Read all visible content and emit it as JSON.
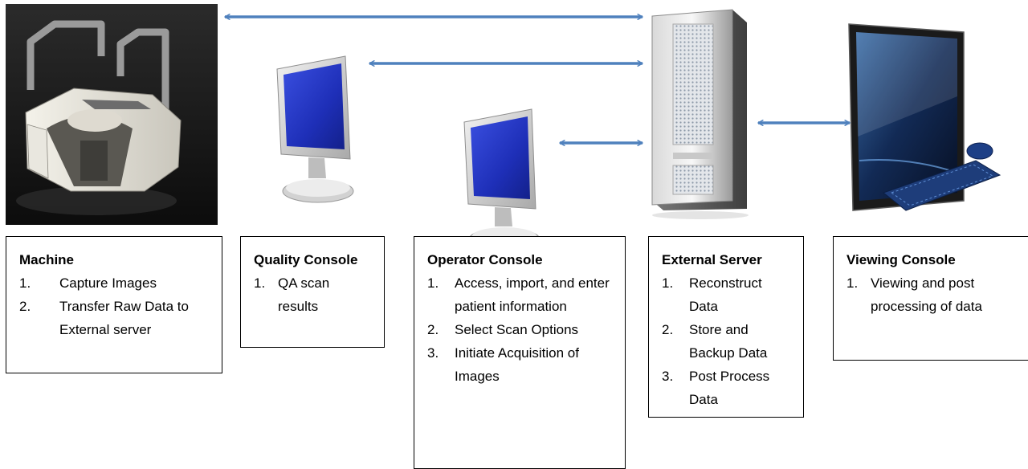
{
  "machine": {
    "title": "Machine",
    "items": [
      {
        "num": "1.",
        "text": "Capture Images"
      },
      {
        "num": "2.",
        "text": "Transfer Raw Data to External server"
      }
    ]
  },
  "quality_console": {
    "title": "Quality Console",
    "items": [
      {
        "num": "1.",
        "text": "QA scan results"
      }
    ]
  },
  "operator_console": {
    "title": "Operator Console",
    "items": [
      {
        "num": "1.",
        "text": "Access, import, and enter patient information"
      },
      {
        "num": "2.",
        "text": "Select Scan Options"
      },
      {
        "num": "3.",
        "text": "Initiate Acquisition of Images"
      }
    ]
  },
  "external_server": {
    "title": "External Server",
    "items": [
      {
        "num": "1.",
        "text": "Reconstruct Data"
      },
      {
        "num": "2.",
        "text": "Store and Backup Data"
      },
      {
        "num": "3.",
        "text": "Post Process Data"
      }
    ]
  },
  "viewing_console": {
    "title": "Viewing Console",
    "items": [
      {
        "num": "1.",
        "text": "Viewing and post processing of data"
      }
    ]
  },
  "colors": {
    "arrow": "#4f81bd",
    "screen": "#1e2fb8"
  }
}
